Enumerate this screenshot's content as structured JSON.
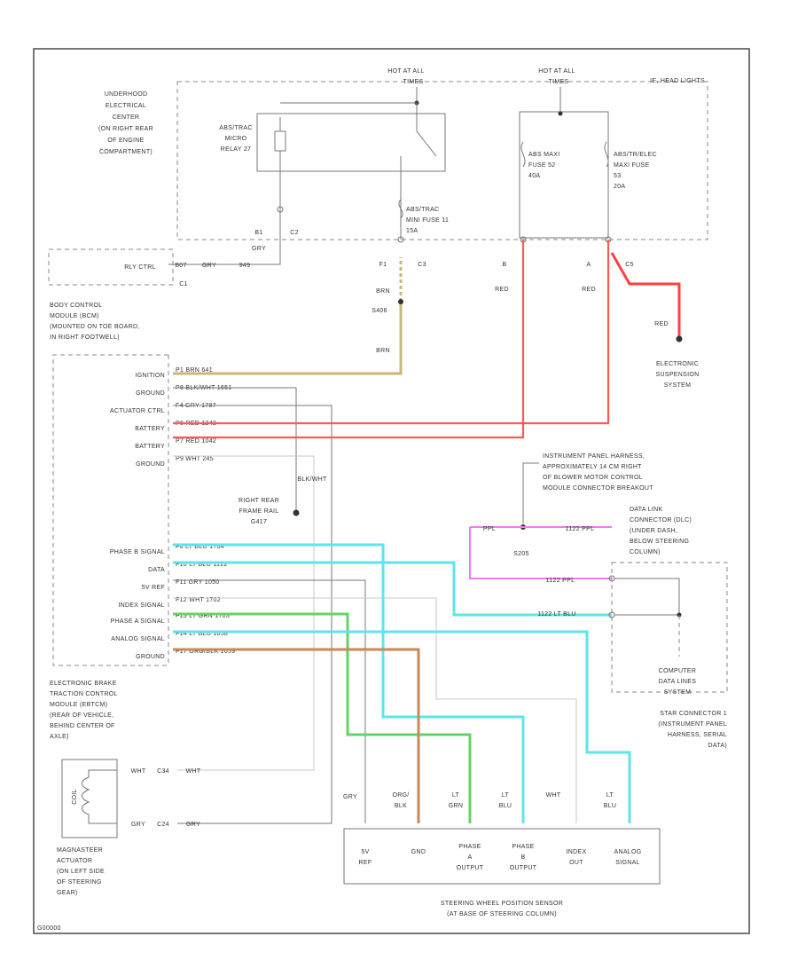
{
  "diagram_code": "G00000",
  "power": {
    "hot_left": "HOT AT ALL TIMES",
    "hot_right": "HOT AT ALL TIMES",
    "ie_headlights": "IE, HEAD LIGHTS"
  },
  "underhood_center": {
    "label": "UNDERHOOD ELECTRICAL CENTER (ON RIGHT REAR OF ENGINE COMPARTMENT)",
    "relay": "ABS/TRAC MICRO RELAY 27",
    "fuse_minifuse": "ABS/TRAC MINI FUSE 11 15A",
    "fuse_maxi_left": "ABS MAXI FUSE 52 40A",
    "fuse_maxi_right": "ABS/TR/ELEC MAXI FUSE 53 20A"
  },
  "connectors": {
    "b1": "B1",
    "c2": "C2",
    "gry": "GRY",
    "f1": "F1",
    "c3": "C3",
    "b": "B",
    "a": "A",
    "c5": "C5",
    "c1": "C1",
    "red_b": "RED",
    "red_a": "RED",
    "brn_top": "BRN",
    "brn_bottom": "BRN",
    "s406": "S406",
    "red_elec": "RED",
    "rly_ctrl": "RLY CTRL",
    "rly_pin": "B07",
    "rly_wire": "GRY",
    "rly_circ": "949"
  },
  "elec_suspension": "ELECTRONIC SUSPENSION SYSTEM",
  "bcm": {
    "label": "BODY CONTROL MODULE (BCM) (MOUNTED ON TOE BOARD, IN RIGHT FOOTWELL)",
    "pins": [
      {
        "name": "IGNITION",
        "wire": "P1  BRN  641"
      },
      {
        "name": "GROUND",
        "wire": "P8  BLK/WHT  1651"
      },
      {
        "name": "ACTUATOR CTRL",
        "wire": "F4  GRY  1787"
      },
      {
        "name": "BATTERY",
        "wire": "P6  RED  1242"
      },
      {
        "name": "BATTERY",
        "wire": "P7  RED  1042"
      },
      {
        "name": "GROUND",
        "wire": "P9  WHT  245"
      }
    ]
  },
  "ground": {
    "wire": "BLK/WHT",
    "label": "RIGHT REAR FRAME RAIL G417"
  },
  "ebtcm": {
    "label": "ELECTRONIC BRAKE TRACTION CONTROL MODULE (EBTCM) (REAR OF VEHICLE, BEHIND CENTER OF AXLE)",
    "pins": [
      {
        "name": "PHASE B SIGNAL",
        "wire": "F6  LT BLU  1704"
      },
      {
        "name": "DATA",
        "wire": "F10  LT BLU  1122"
      },
      {
        "name": "5V REF",
        "wire": "F11  GRY  1050"
      },
      {
        "name": "INDEX SIGNAL",
        "wire": "F12  WHT  1702"
      },
      {
        "name": "PHASE A SIGNAL",
        "wire": "F13  LT GRN  1703"
      },
      {
        "name": "ANALOG SIGNAL",
        "wire": "F14  LT BLU  1058"
      },
      {
        "name": "GROUND",
        "wire": "F17  ORG/BLK  1059"
      }
    ]
  },
  "ip_harness": {
    "label": "INSTRUMENT PANEL HARNESS, APPROXIMATELY 14 CM RIGHT OF BLOWER MOTOR CONTROL MODULE CONNECTOR BREAKOUT",
    "ppl_left": "PPL",
    "ppl_right": "1122 PPL",
    "splice": "S205",
    "ppl_lower": "1122  PPL",
    "ltblu_lower": "1122  LT BLU"
  },
  "dlc": {
    "label": "DATA LINK CONNECTOR (DLC) (UNDER DASH, BELOW STEERING COLUMN)",
    "computer": "COMPUTER DATA LINES SYSTEM",
    "star": "STAR CONNECTOR 1 (INSTRUMENT PANEL HARNESS, SERIAL DATA)"
  },
  "magnasteer": {
    "label": "MAGNASTEER ACTUATOR (ON LEFT SIDE OF STEERING GEAR)",
    "coil": "COIL",
    "top_wire": "WHT",
    "top_pin": "C34",
    "top_wire2": "WHT",
    "bot_wire": "GRY",
    "bot_pin": "C24",
    "bot_wire2": "GRY"
  },
  "steering_sensor": {
    "label": "STEERING WHEEL POSITION SENSOR (AT BASE OF STEERING COLUMN)",
    "wires": [
      "GRY",
      "ORG/ BLK",
      "LT GRN",
      "LT BLU",
      "WHT",
      "LT BLU"
    ],
    "pins": [
      "5V REF",
      "GND",
      "PHASE A OUTPUT",
      "PHASE B OUTPUT",
      "INDEX OUT",
      "ANALOG SIGNAL"
    ]
  },
  "colors": {
    "red": "#ff5a5a",
    "tan": "#c8b878",
    "cyan": "#5ee4ee",
    "green": "#63d463",
    "orange": "#c88a58",
    "pink": "#f07af0",
    "white_wire": "#c8c8c8"
  }
}
